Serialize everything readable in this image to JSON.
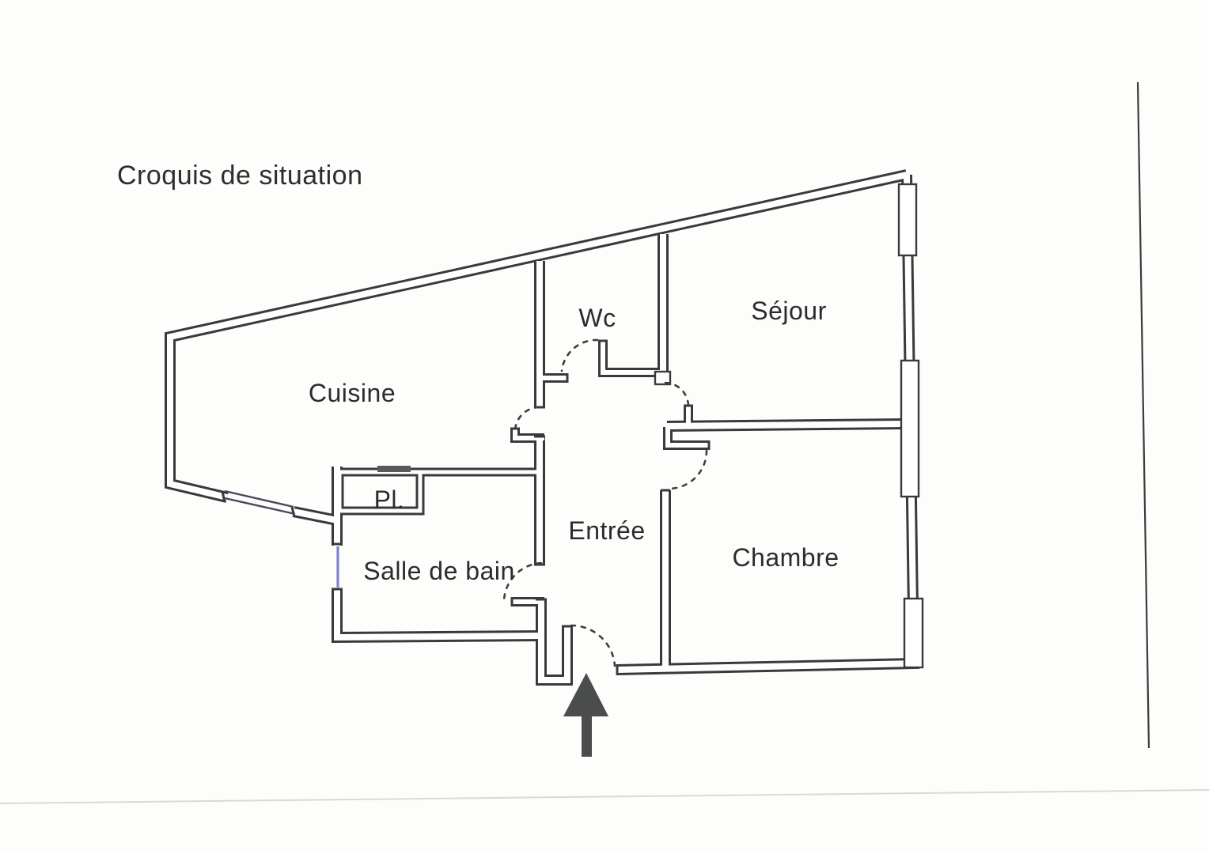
{
  "document": {
    "title": "Croquis de situation"
  },
  "floor_plan": {
    "rooms": [
      {
        "name": "Cuisine"
      },
      {
        "name": "Wc"
      },
      {
        "name": "Séjour"
      },
      {
        "name": "Pl."
      },
      {
        "name": "Salle de bain"
      },
      {
        "name": "Entrée"
      },
      {
        "name": "Chambre"
      }
    ],
    "icons": {
      "entrance_arrow": "up-arrow"
    },
    "colors": {
      "wall": "#3a3a3a",
      "window_accent_blue": "#8084cf",
      "arrow": "#4a4d4c",
      "paper": "#fdfdfb"
    }
  }
}
